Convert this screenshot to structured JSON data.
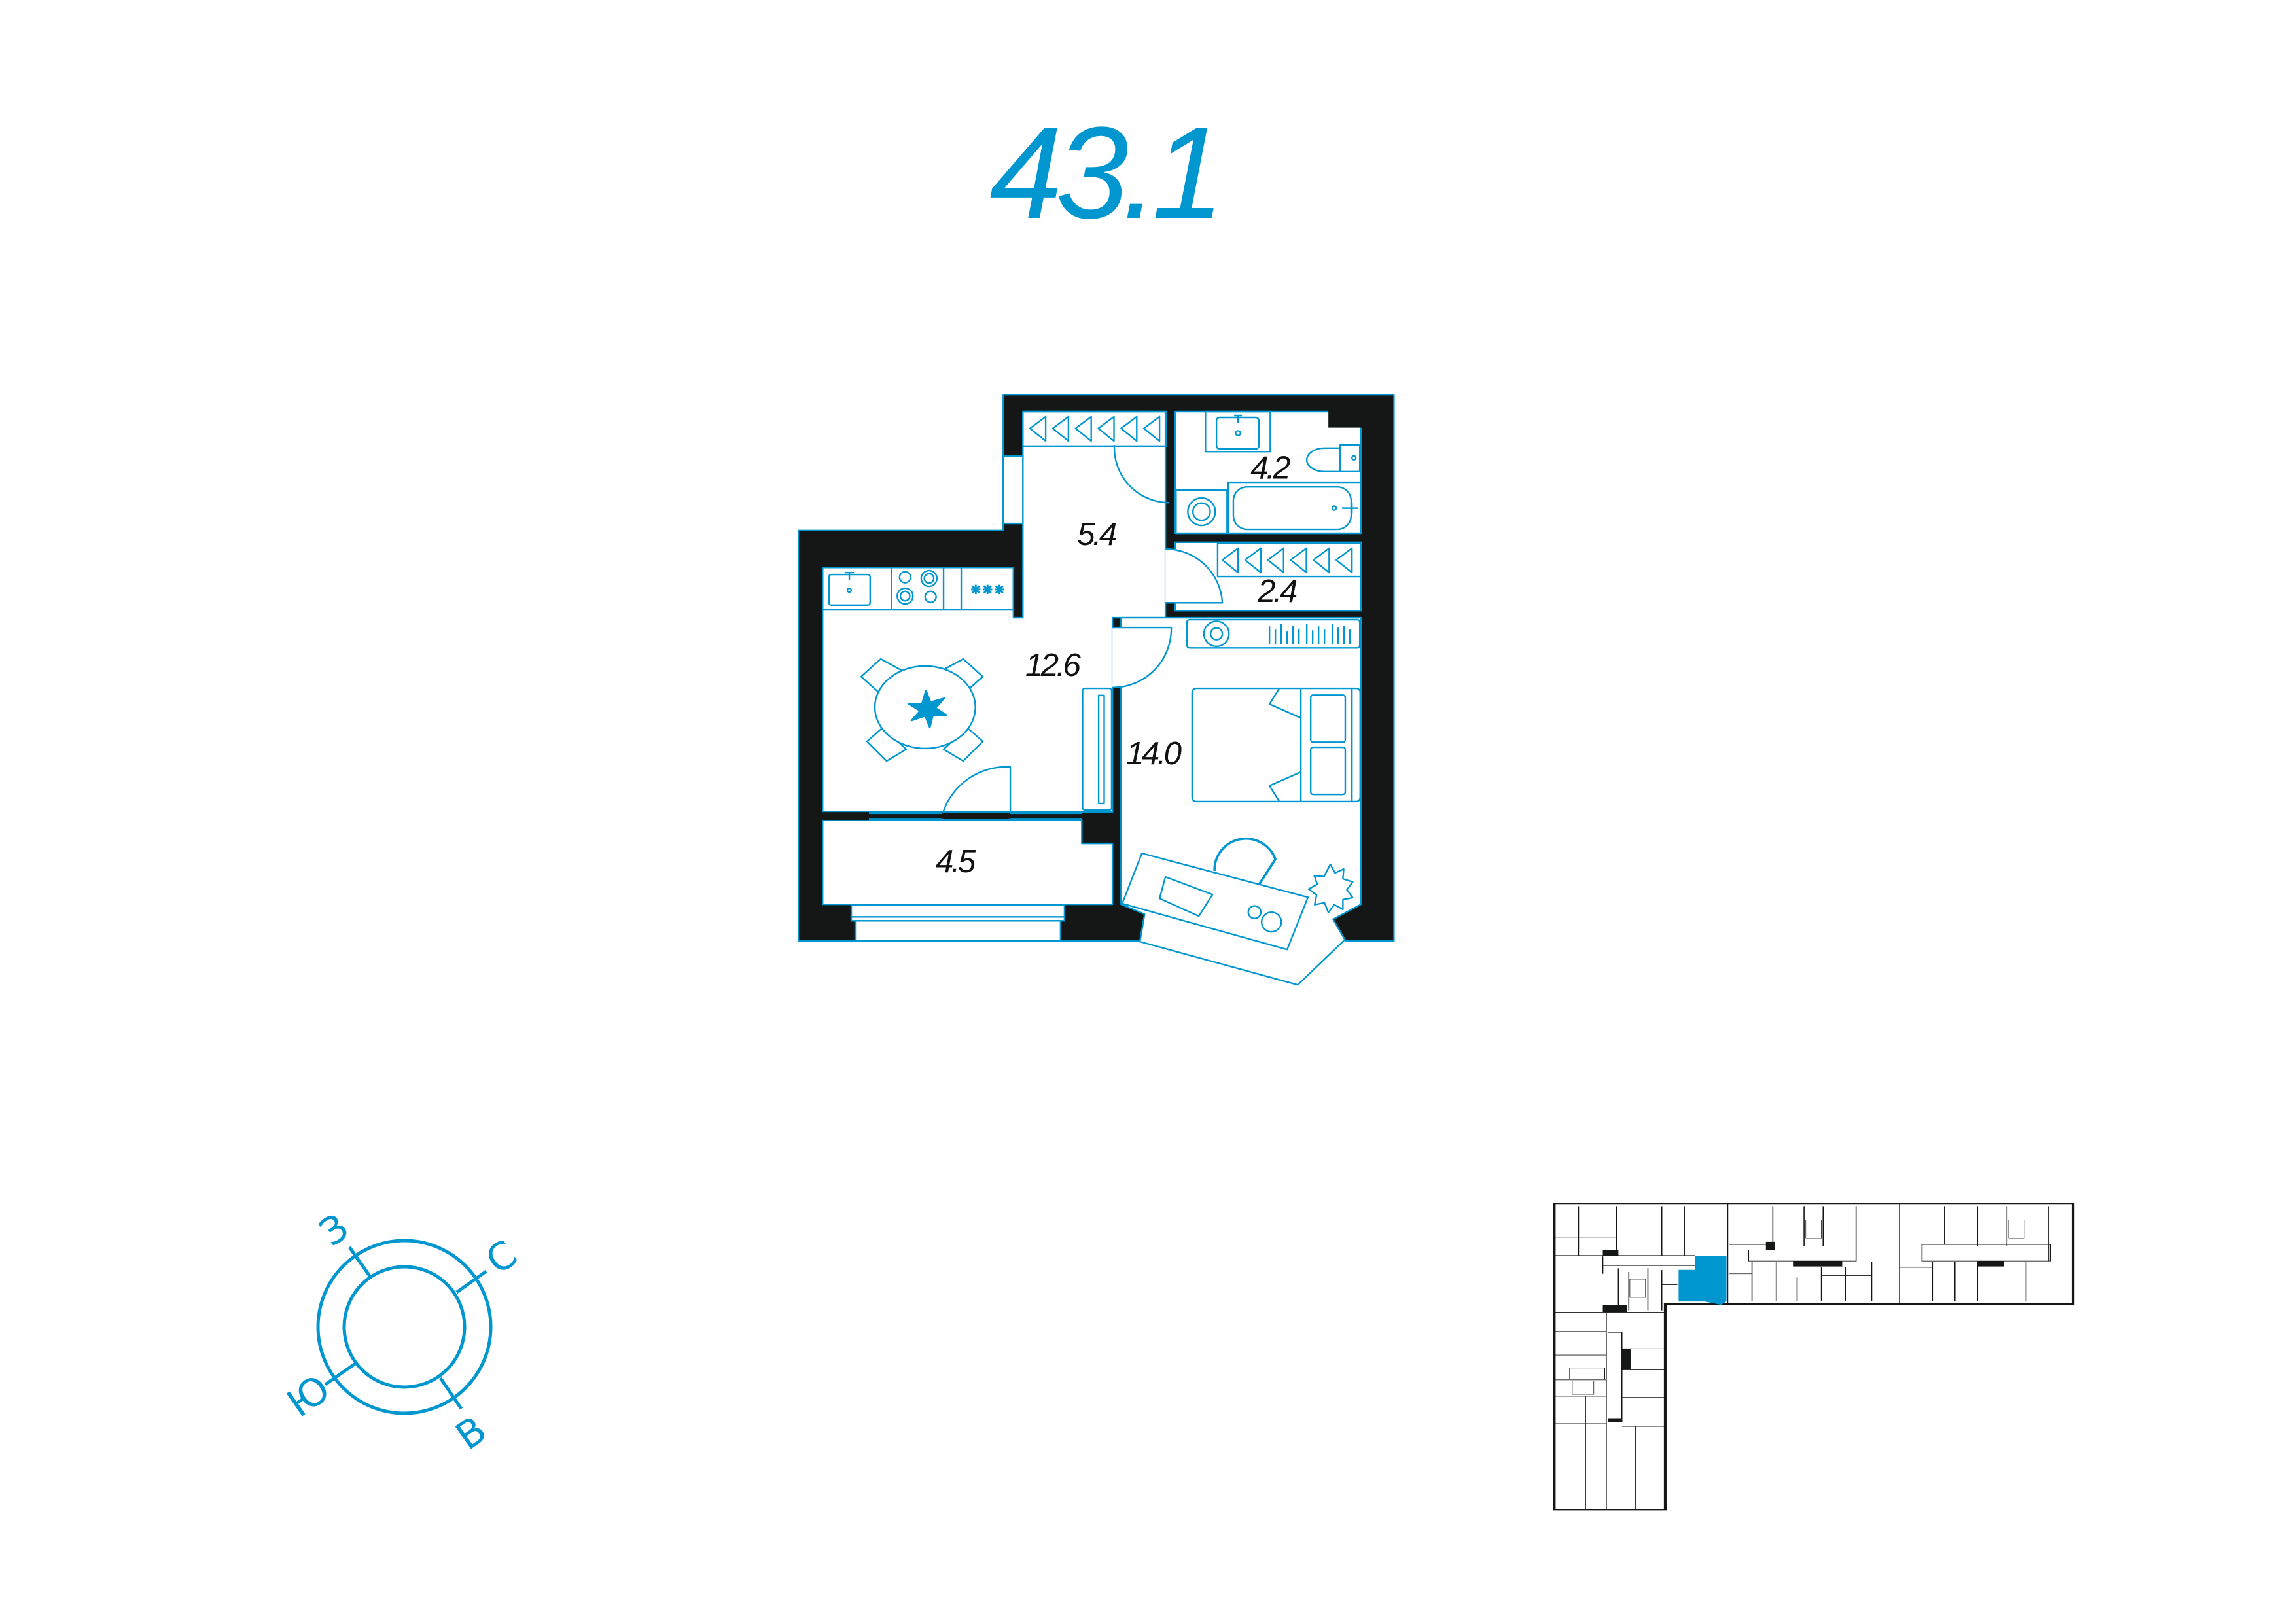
{
  "apartment": {
    "total_area": "43.1"
  },
  "rooms": [
    {
      "name": "hallway",
      "area": "5.4"
    },
    {
      "name": "bathroom",
      "area": "4.2"
    },
    {
      "name": "closet",
      "area": "2.4"
    },
    {
      "name": "kitchen-living",
      "area": "12.6"
    },
    {
      "name": "bedroom",
      "area": "14.0"
    },
    {
      "name": "loggia",
      "area": "4.5"
    }
  ],
  "compass": {
    "west": "З",
    "north": "С",
    "south": "Ю",
    "east": "В"
  },
  "colors": {
    "accent": "#0096CF",
    "wall": "#141716"
  }
}
